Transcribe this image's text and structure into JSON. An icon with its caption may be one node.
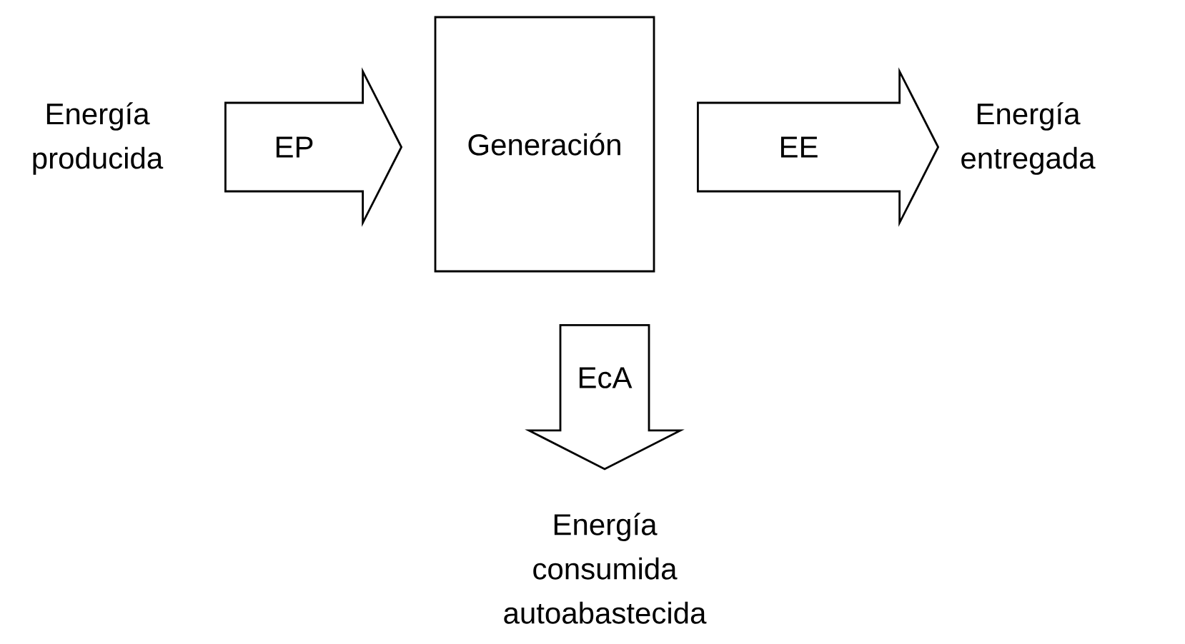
{
  "diagram": {
    "nodes": [
      {
        "text": [
          "Energía producida"
        ]
      },
      {
        "text": [
          "Generación"
        ]
      },
      {
        "text": [
          "Energía entregada"
        ]
      },
      {
        "text": [
          "Energía consumida autoabastecida"
        ]
      }
    ],
    "edges": [
      {
        "from": 0,
        "to": 1,
        "arrow": "to",
        "label": "EP"
      },
      {
        "from": 1,
        "to": 2,
        "arrow": "to",
        "label": "EE"
      },
      {
        "from": 1,
        "to": 3,
        "arrow": "to",
        "label": "EcA"
      }
    ]
  }
}
